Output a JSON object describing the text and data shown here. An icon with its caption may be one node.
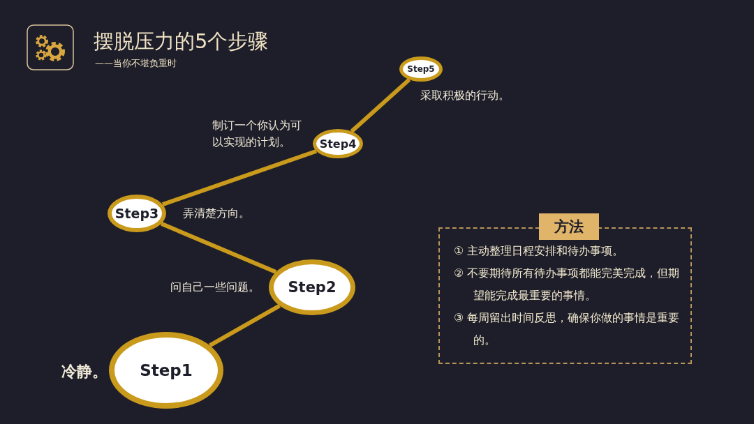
{
  "diagram": {
    "title": "摆脱压力的5个步骤",
    "nodes": [
      {
        "text": [
          "Step1"
        ],
        "beside": [
          "冷静。"
        ]
      },
      {
        "text": [
          "Step2"
        ],
        "beside": [
          "问自己一些问题。"
        ]
      },
      {
        "text": [
          "Step3"
        ],
        "beside": [
          "弄清楚方向。"
        ]
      },
      {
        "text": [
          "Step4"
        ],
        "beside": [
          "制订一个你认为可以实现的计划。"
        ]
      },
      {
        "text": [
          "Step5"
        ],
        "beside": [
          "采取积极的行动。"
        ]
      },
      {
        "text": [
          "方法",
          "① 主动整理日程安排和待办事项。",
          "② 不要期待所有待办事项都能完美完成，但期望能完成最重要的事情。",
          "③ 每周留出时间反思，确保你做的事情是重要的。"
        ]
      }
    ],
    "edges": [
      {
        "from": 0,
        "to": 1,
        "arrow": "none"
      },
      {
        "from": 1,
        "to": 2,
        "arrow": "none"
      },
      {
        "from": 2,
        "to": 3,
        "arrow": "none"
      },
      {
        "from": 3,
        "to": 4,
        "arrow": "none"
      }
    ],
    "labels": [
      "——当你不堪负重时"
    ]
  }
}
